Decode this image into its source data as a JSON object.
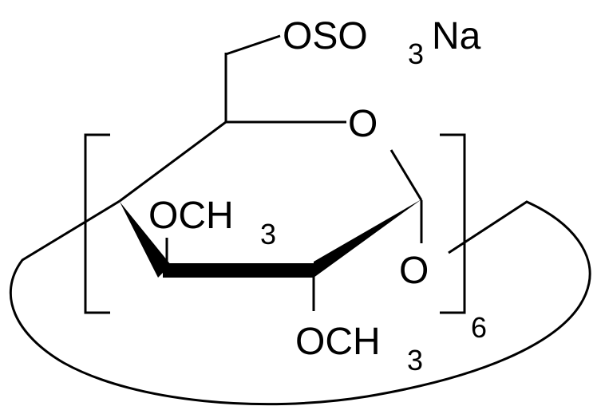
{
  "diagram": {
    "type": "chemical-structure",
    "title": "",
    "compound_description": "Cyclic hexamer of 2,3-di-O-methyl-6-O-sulfo glucopyranose sodium salt",
    "colors": {
      "stroke": "#000000",
      "background": "#ffffff"
    },
    "labels": {
      "sulfonate_group": {
        "main": "OSO",
        "subscript": "3",
        "tail": "Na"
      },
      "ring_oxygen": "O",
      "glycosidic_oxygen": "O",
      "methoxy_upper": {
        "main": "OCH",
        "subscript": "3"
      },
      "methoxy_lower": {
        "main": "OCH",
        "subscript": "3"
      },
      "repeat_count": "6"
    },
    "brackets": {
      "left": "[",
      "right": "]"
    }
  }
}
